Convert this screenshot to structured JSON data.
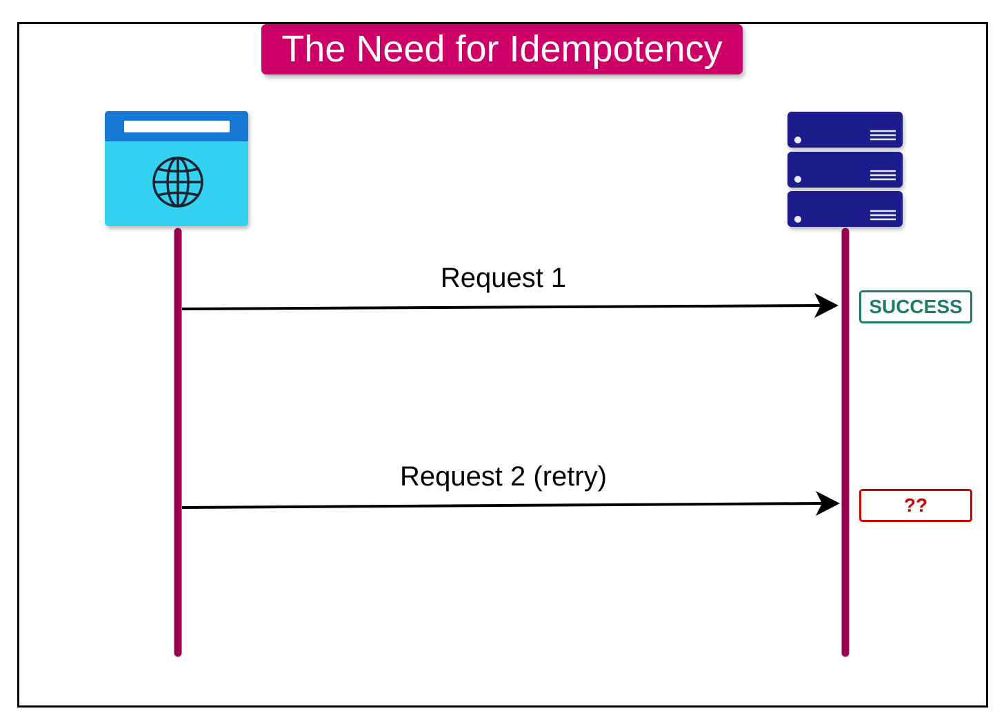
{
  "title": "The Need for Idempotency",
  "colors": {
    "title_bg": "#cc0066",
    "lifeline": "#990050",
    "browser_header": "#1478d2",
    "browser_body": "#32d2f0",
    "server": "#1a1f8c",
    "success": "#1a7f64",
    "unknown": "#cc0000"
  },
  "participants": {
    "client": {
      "icon": "browser-globe-icon"
    },
    "server": {
      "icon": "server-rack-icon"
    }
  },
  "messages": [
    {
      "label": "Request 1",
      "result": "SUCCESS"
    },
    {
      "label": "Request 2 (retry)",
      "result": "??"
    }
  ]
}
